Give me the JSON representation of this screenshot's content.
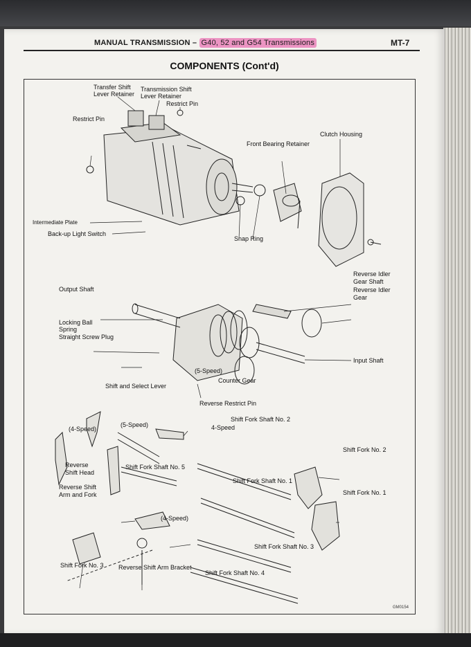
{
  "header": {
    "title_main": "MANUAL TRANSMISSION –",
    "title_models": "G40, 52 and G54 Transmissions",
    "page_code": "MT-7"
  },
  "section_title": "COMPONENTS (Cont'd)",
  "figure_code": "GM0154",
  "labels": {
    "transfer_shift_lever_retainer_1": "Transfer Shift",
    "transfer_shift_lever_retainer_2": "Lever Retainer",
    "transmission_shift_lever_retainer_1": "Transmission Shift",
    "transmission_shift_lever_retainer_2": "Lever Retainer",
    "restrict_pin_top": "Restrict Pin",
    "restrict_pin_left": "Restrict Pin",
    "clutch_housing": "Clutch Housing",
    "front_bearing_retainer": "Front Bearing Retainer",
    "intermediate_plate": "Intermediate Plate",
    "backup_light_switch": "Back-up Light Switch",
    "snap_ring": "Snap Ring",
    "reverse_idler_gear_shaft_1": "Reverse Idler",
    "reverse_idler_gear_shaft_2": "Gear Shaft",
    "reverse_idler_gear_1": "Reverse Idler",
    "reverse_idler_gear_2": "Gear",
    "output_shaft": "Output Shaft",
    "locking_ball": "Locking Ball",
    "spring": "Spring",
    "straight_screw_plug": "Straight Screw Plug",
    "input_shaft": "Input Shaft",
    "five_speed_counter": "(5-Speed)",
    "counter_gear": "Counter Gear",
    "shift_and_select_lever": "Shift and Select Lever",
    "reverse_restrict_pin": "Reverse Restrict Pin",
    "five_speed_head": "(5-Speed)",
    "four_speed_head": "(4-Speed)",
    "reverse_shift_head_1": "Reverse",
    "reverse_shift_head_2": "Shift Head",
    "shift_fork_shaft_no2": "Shift Fork Shaft No. 2",
    "four_speed_fork": "4-Speed",
    "shift_fork_no2": "Shift Fork No. 2",
    "shift_fork_shaft_no5": "Shift Fork Shaft No. 5",
    "shift_fork_shaft_no1": "Shift Fork Shaft No. 1",
    "shift_fork_no1": "Shift Fork No. 1",
    "reverse_shift_arm_fork_1": "Reverse Shift",
    "reverse_shift_arm_fork_2": "Arm and Fork",
    "four_speed_shaft3": "(4-Speed)",
    "shift_fork_shaft_no3": "Shift Fork Shaft No. 3",
    "shift_fork_no3": "Shift Fork No. 3",
    "reverse_shift_arm_bracket": "Reverse Shift Arm Bracket",
    "shift_fork_shaft_no4": "Shift Fork Shaft No. 4"
  }
}
